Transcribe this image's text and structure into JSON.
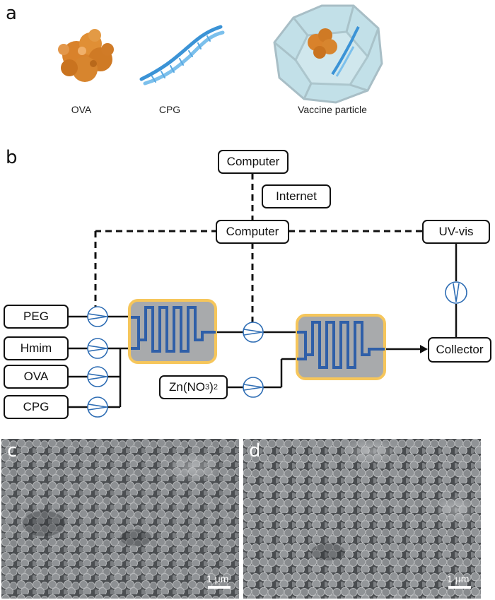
{
  "panel_a": {
    "letter": "a",
    "labels": {
      "ova": "OVA",
      "cpg": "CPG",
      "vaccine": "Vaccine particle"
    }
  },
  "panel_b": {
    "letter": "b",
    "boxes": {
      "computer_top": "Computer",
      "internet": "Internet",
      "computer_mid": "Computer",
      "uvvis": "UV-vis",
      "peg": "PEG",
      "hmim": "Hmim",
      "ova": "OVA",
      "cpg": "CPG",
      "zn_base": "Zn(NO",
      "zn_sub": "3",
      "zn_close": ")",
      "zn_sub2": "2",
      "collector": "Collector"
    },
    "colors": {
      "reactor_fill": "#a8aaac",
      "reactor_border": "#f6c65b",
      "channel": "#2f5fa8",
      "pump": "#2e6db4"
    }
  },
  "panel_c": {
    "letter": "c",
    "scale": "1 μm"
  },
  "panel_d": {
    "letter": "d",
    "scale": "1 μm"
  }
}
